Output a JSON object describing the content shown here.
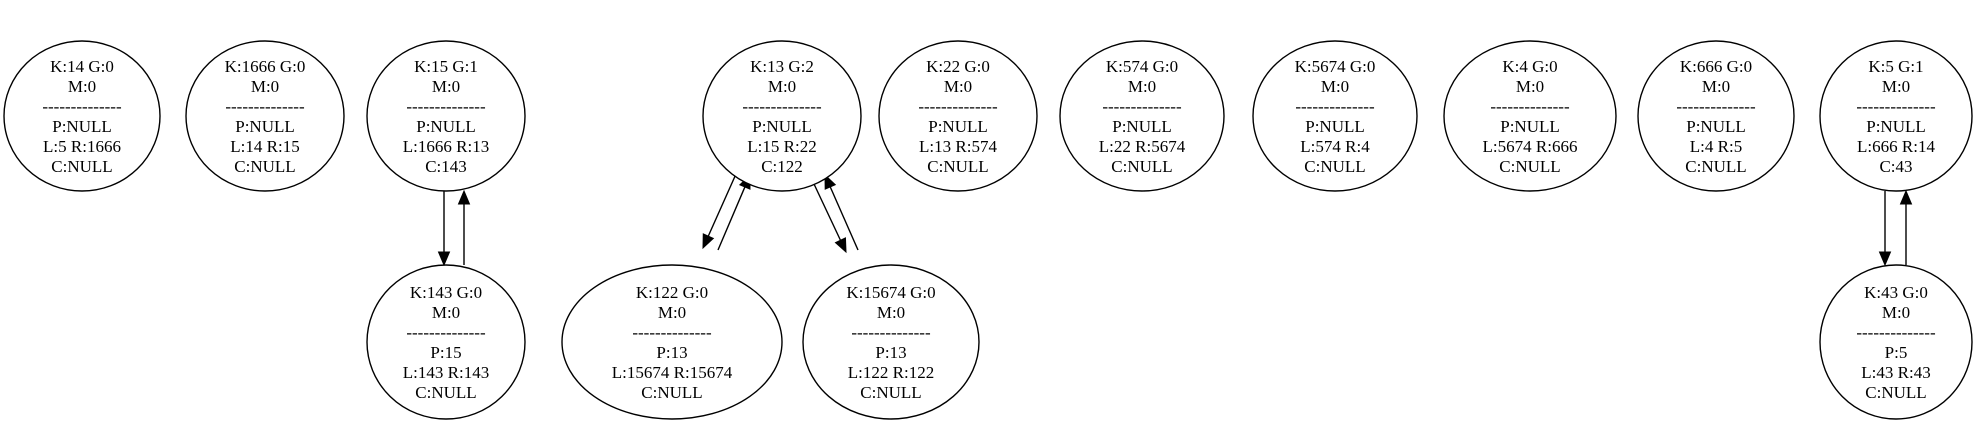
{
  "colors": {
    "stroke": "#000000",
    "fill": "#ffffff",
    "text": "#000000"
  },
  "nodes": [
    {
      "id": "n14",
      "lines": [
        "K:14  G:0",
        "M:0",
        "--------------",
        "P:NULL",
        "L:5  R:1666",
        "C:NULL"
      ]
    },
    {
      "id": "n1666",
      "lines": [
        "K:1666  G:0",
        "M:0",
        "--------------",
        "P:NULL",
        "L:14  R:15",
        "C:NULL"
      ]
    },
    {
      "id": "n15",
      "lines": [
        "K:15  G:1",
        "M:0",
        "--------------",
        "P:NULL",
        "L:1666  R:13",
        "C:143"
      ]
    },
    {
      "id": "n143",
      "lines": [
        "K:143  G:0",
        "M:0",
        "--------------",
        "P:15",
        "L:143  R:143",
        "C:NULL"
      ]
    },
    {
      "id": "n13",
      "lines": [
        "K:13  G:2",
        "M:0",
        "--------------",
        "P:NULL",
        "L:15  R:22",
        "C:122"
      ]
    },
    {
      "id": "n122",
      "lines": [
        "K:122  G:0",
        "M:0",
        "--------------",
        "P:13",
        "L:15674  R:15674",
        "C:NULL"
      ]
    },
    {
      "id": "n15674",
      "lines": [
        "K:15674  G:0",
        "M:0",
        "--------------",
        "P:13",
        "L:122  R:122",
        "C:NULL"
      ]
    },
    {
      "id": "n22",
      "lines": [
        "K:22  G:0",
        "M:0",
        "--------------",
        "P:NULL",
        "L:13  R:574",
        "C:NULL"
      ]
    },
    {
      "id": "n574",
      "lines": [
        "K:574  G:0",
        "M:0",
        "--------------",
        "P:NULL",
        "L:22  R:5674",
        "C:NULL"
      ]
    },
    {
      "id": "n5674",
      "lines": [
        "K:5674  G:0",
        "M:0",
        "--------------",
        "P:NULL",
        "L:574  R:4",
        "C:NULL"
      ]
    },
    {
      "id": "n4",
      "lines": [
        "K:4  G:0",
        "M:0",
        "--------------",
        "P:NULL",
        "L:5674  R:666",
        "C:NULL"
      ]
    },
    {
      "id": "n666",
      "lines": [
        "K:666  G:0",
        "M:0",
        "--------------",
        "P:NULL",
        "L:4  R:5",
        "C:NULL"
      ]
    },
    {
      "id": "n5",
      "lines": [
        "K:5  G:1",
        "M:0",
        "--------------",
        "P:NULL",
        "L:666  R:14",
        "C:43"
      ]
    },
    {
      "id": "n43",
      "lines": [
        "K:43  G:0",
        "M:0",
        "--------------",
        "P:5",
        "L:43  R:43",
        "C:NULL"
      ]
    }
  ],
  "edges": [
    {
      "from": "n15",
      "to": "n143"
    },
    {
      "from": "n143",
      "to": "n15"
    },
    {
      "from": "n13",
      "to": "n122"
    },
    {
      "from": "n122",
      "to": "n13"
    },
    {
      "from": "n13",
      "to": "n15674"
    },
    {
      "from": "n15674",
      "to": "n13"
    },
    {
      "from": "n5",
      "to": "n43"
    },
    {
      "from": "n43",
      "to": "n5"
    }
  ]
}
